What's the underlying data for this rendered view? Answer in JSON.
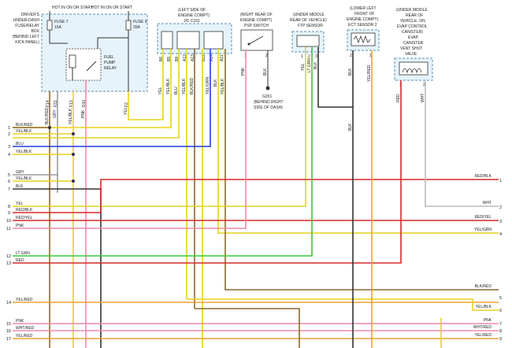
{
  "fuse_box": {
    "hot_left": "HOT IN ON OR START",
    "hot_right": "HOT IN ON OR START",
    "label_lines": [
      "DRIVER'S",
      "UNDER-DASH",
      "FUSE/RELAY",
      "BOX",
      "(BEHIND LEFT",
      "KICK PANEL)"
    ],
    "fuse7_name": "FUSE 7",
    "fuse7_amp": "15A",
    "fuse9_name": "FUSE 9",
    "fuse9_amp": "20A",
    "relay_lines": [
      "FUEL",
      "PUMP",
      "RELAY"
    ],
    "pins": [
      "F14",
      "F22",
      "F13",
      "D10",
      "F2"
    ]
  },
  "pcm": {
    "label_lines": [
      "(LEFT SIDE OF",
      "ENGINE COMPT)",
      "J/C C101"
    ],
    "pins": [
      "B6",
      "B5",
      "B8",
      "A12",
      "A13",
      "B22",
      "A14",
      "A11"
    ]
  },
  "psp": {
    "label_lines": [
      "(RIGHT REAR OF",
      "ENGINE COMPT)",
      "PSP SWITCH"
    ],
    "pins": [
      "1",
      "2"
    ],
    "ground_lines": [
      "G201",
      "(BEHIND RIGHT",
      "SIDE OF DASH)"
    ]
  },
  "ftp": {
    "label_lines": [
      "(UNDER MIDDLE",
      "REAR OF VEHICLE)",
      "FTP SENSOR"
    ],
    "pins": [
      "1",
      "2",
      "3"
    ]
  },
  "ect2": {
    "label_lines": [
      "(LOWER LEFT",
      "FRONT OF",
      "ENGINE COMPT)",
      "ECT SENSOR 2"
    ],
    "pins": [
      "2",
      "1"
    ]
  },
  "evap": {
    "label_lines": [
      "(UNDER MIDDLE",
      "REAR OF",
      "VEHICLE, ON",
      "EVAP CONTROL",
      "CANISTER)",
      "EVAP",
      "CANISTER",
      "VENT SHUT",
      "VALVE"
    ],
    "pins": [
      "1",
      "2"
    ]
  },
  "left_rows": [
    {
      "no": "1",
      "label": "BLK/RED"
    },
    {
      "no": "2",
      "label": "YEL/BLK"
    },
    {
      "no": "3",
      "label": "BLU"
    },
    {
      "no": "4",
      "label": "YEL/BLK"
    },
    {
      "no": "5",
      "label": "GRY"
    },
    {
      "no": "6",
      "label": "YEL/BLK"
    },
    {
      "no": "7",
      "label": "BLK"
    },
    {
      "no": "8",
      "label": "YEL"
    },
    {
      "no": "9",
      "label": "RED/BLK"
    },
    {
      "no": "10",
      "label": "RED/YEL"
    },
    {
      "no": "11",
      "label": "PNK"
    },
    {
      "no": "12",
      "label": "LT GRN"
    },
    {
      "no": "13",
      "label": "RED"
    },
    {
      "no": "14",
      "label": "YEL/RED"
    },
    {
      "no": "15",
      "label": "PNK"
    },
    {
      "no": "16",
      "label": "WHT/RED"
    },
    {
      "no": "17",
      "label": "YEL/RED"
    }
  ],
  "right_rows": [
    {
      "no": "1",
      "label": "RED/BLK"
    },
    {
      "no": "2",
      "label": "WHT"
    },
    {
      "no": "3",
      "label": "RED/YEL"
    },
    {
      "no": "4",
      "label": "YEL/GRN"
    },
    {
      "no": "5",
      "label": "BLK/RED"
    },
    {
      "no": "6",
      "label": "YEL/BLK"
    },
    {
      "no": "7",
      "label": "PNK"
    },
    {
      "no": "8",
      "label": "WHT/RED"
    },
    {
      "no": "9",
      "label": "YEL/RED"
    }
  ],
  "vertical_wire_labels": {
    "fuse_blk_red": "BLK/RED",
    "fuse_gry": "GRY",
    "fuse_yel_blk": "YEL/BLK",
    "fuse_pnk": "PNK",
    "fuse_yel": "YEL",
    "pcm_b6": "YEL",
    "pcm_b5": "YEL/BLK",
    "pcm_b8": "BLU",
    "pcm_a12": "YEL/BLK",
    "pcm_a13": "BLK/RED",
    "pcm_b22": "YEL/GRN",
    "pcm_a14": "BLK",
    "pcm_a11": "YEL/BLK",
    "psp_1": "PNK",
    "psp_2": "BLK",
    "ftp_1": "YEL",
    "ftp_2": "LT GRN",
    "ftp_3": "BLK",
    "ect_2": "BLK",
    "ect_1": "YEL/RED",
    "ect_blk_lower": "BLK",
    "evap_1": "RED",
    "evap_2": "WHT"
  },
  "wire_colors": {
    "yellow": "#e8d21a",
    "red": "#d42a2a",
    "blue": "#1f3fd8",
    "pink": "#f08aa8",
    "green": "#33cc33",
    "gray": "#9a9a9a",
    "black": "#333333",
    "brown": "#8b6a2a",
    "orange": "#f0a030",
    "box_fill": "#e6f3fb",
    "box_stroke": "#5a8fb0"
  }
}
